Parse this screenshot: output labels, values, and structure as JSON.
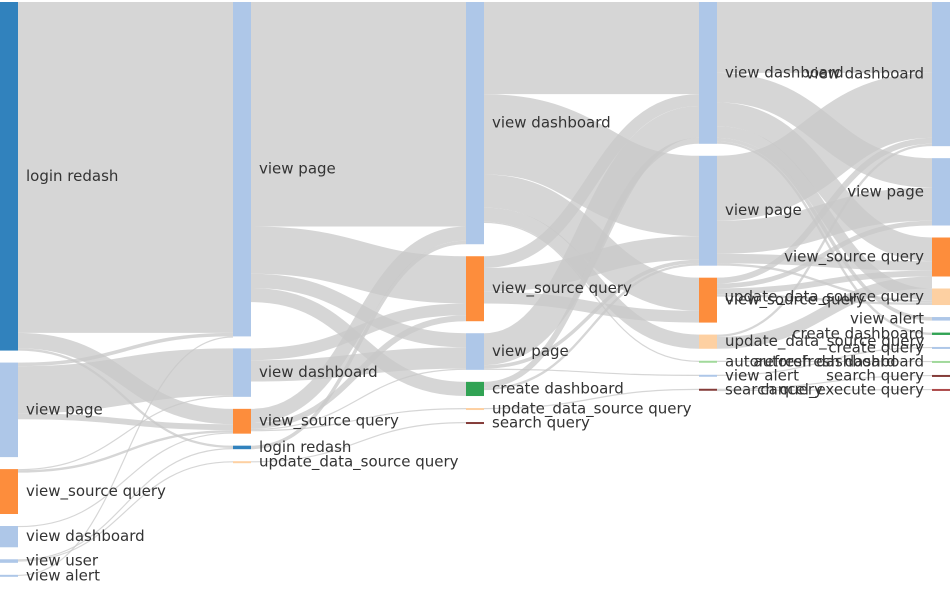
{
  "chart_data": {
    "type": "sankey",
    "link_color": "#c8c8c8",
    "node_colors": {
      "login redash": "#3182bd",
      "view page": "#aec7e8",
      "view dashboard": "#aec7e8",
      "view_source query": "#fd8d3c",
      "update_data_source query": "#fdd0a2",
      "create dashboard": "#31a354",
      "autorefresh dashboard": "#a1d99b",
      "view user": "#aec7e8",
      "view alert": "#aec7e8",
      "search query": "#843c39",
      "cancel_execute query": "#ad494a"
    },
    "steps": [
      {
        "nodes": [
          {
            "id": "s1-login",
            "label": "login redash",
            "value": 295
          },
          {
            "id": "s1-page",
            "label": "view page",
            "value": 80
          },
          {
            "id": "s1-source",
            "label": "view_source query",
            "value": 38
          },
          {
            "id": "s1-dash",
            "label": "view dashboard",
            "value": 18
          },
          {
            "id": "s1-user",
            "label": "view user",
            "value": 3
          },
          {
            "id": "s1-alert",
            "label": "view alert",
            "value": 1
          }
        ]
      },
      {
        "nodes": [
          {
            "id": "s2-page",
            "label": "view page",
            "value": 283
          },
          {
            "id": "s2-dash",
            "label": "view dashboard",
            "value": 41
          },
          {
            "id": "s2-source",
            "label": "view_source query",
            "value": 21
          },
          {
            "id": "s2-login",
            "label": "login redash",
            "value": 3
          },
          {
            "id": "s2-update",
            "label": "update_data_source query",
            "value": 1
          }
        ]
      },
      {
        "nodes": [
          {
            "id": "s3-dash",
            "label": "view dashboard",
            "value": 205
          },
          {
            "id": "s3-source",
            "label": "view_source query",
            "value": 55
          },
          {
            "id": "s3-page",
            "label": "view page",
            "value": 31
          },
          {
            "id": "s3-create",
            "label": "create dashboard",
            "value": 12
          },
          {
            "id": "s3-update",
            "label": "update_data_source query",
            "value": 1
          },
          {
            "id": "s3-search",
            "label": "search query",
            "value": 1
          }
        ]
      },
      {
        "nodes": [
          {
            "id": "s4-dash",
            "label": "view dashboard",
            "value": 120
          },
          {
            "id": "s4-page",
            "label": "view page",
            "value": 93
          },
          {
            "id": "s4-source",
            "label": "view_source query",
            "value": 38
          },
          {
            "id": "s4-update",
            "label": "update_data_source query",
            "value": 12
          },
          {
            "id": "s4-auto",
            "label": "autorefresh dashboard",
            "value": 1
          },
          {
            "id": "s4-alert",
            "label": "view alert",
            "value": 1
          },
          {
            "id": "s4-search",
            "label": "search query",
            "value": 1
          }
        ]
      },
      {
        "nodes": [
          {
            "id": "s5-dash",
            "label": "view dashboard",
            "value": 122
          },
          {
            "id": "s5-page",
            "label": "view page",
            "value": 57
          },
          {
            "id": "s5-source",
            "label": "view_source query",
            "value": 33
          },
          {
            "id": "s5-update",
            "label": "update_data_source query",
            "value": 14
          },
          {
            "id": "s5-alert",
            "label": "view alert",
            "value": 3
          },
          {
            "id": "s5-create",
            "label": "create dashboard",
            "value": 2
          },
          {
            "id": "s5-cquery",
            "label": "create query",
            "value": 1
          },
          {
            "id": "s5-auto",
            "label": "autorefresh dashboard",
            "value": 1
          },
          {
            "id": "s5-search",
            "label": "search query",
            "value": 1
          },
          {
            "id": "s5-cancel",
            "label": "cancel_execute query",
            "value": 1
          }
        ]
      }
    ],
    "links": [
      {
        "source": "s1-login",
        "target": "s2-page",
        "value": 280
      },
      {
        "source": "s1-login",
        "target": "s2-source",
        "value": 13
      },
      {
        "source": "s1-login",
        "target": "s2-login",
        "value": 2
      },
      {
        "source": "s1-page",
        "target": "s2-page",
        "value": 3
      },
      {
        "source": "s1-page",
        "target": "s2-dash",
        "value": 40
      },
      {
        "source": "s1-page",
        "target": "s2-source",
        "value": 5
      },
      {
        "source": "s1-source",
        "target": "s2-dash",
        "value": 1
      },
      {
        "source": "s1-source",
        "target": "s2-source",
        "value": 2
      },
      {
        "source": "s1-dash",
        "target": "s2-source",
        "value": 1
      },
      {
        "source": "s1-user",
        "target": "s2-login",
        "value": 1
      },
      {
        "source": "s1-user",
        "target": "s2-update",
        "value": 1
      },
      {
        "source": "s1-alert",
        "target": "s2-page",
        "value": 1
      },
      {
        "source": "s2-page",
        "target": "s3-dash",
        "value": 190
      },
      {
        "source": "s2-page",
        "target": "s3-source",
        "value": 40
      },
      {
        "source": "s2-page",
        "target": "s3-page",
        "value": 12
      },
      {
        "source": "s2-page",
        "target": "s3-create",
        "value": 12
      },
      {
        "source": "s2-dash",
        "target": "s3-source",
        "value": 10
      },
      {
        "source": "s2-dash",
        "target": "s3-page",
        "value": 18
      },
      {
        "source": "s2-source",
        "target": "s3-dash",
        "value": 12
      },
      {
        "source": "s2-source",
        "target": "s3-source",
        "value": 5
      },
      {
        "source": "s2-source",
        "target": "s3-page",
        "value": 1
      },
      {
        "source": "s2-source",
        "target": "s3-update",
        "value": 1
      },
      {
        "source": "s2-login",
        "target": "s3-dash",
        "value": 3
      },
      {
        "source": "s2-update",
        "target": "s3-search",
        "value": 1
      },
      {
        "source": "s3-dash",
        "target": "s4-dash",
        "value": 78
      },
      {
        "source": "s3-dash",
        "target": "s4-page",
        "value": 68
      },
      {
        "source": "s3-dash",
        "target": "s4-source",
        "value": 28
      },
      {
        "source": "s3-dash",
        "target": "s4-update",
        "value": 12
      },
      {
        "source": "s3-dash",
        "target": "s4-auto",
        "value": 1
      },
      {
        "source": "s3-source",
        "target": "s4-dash",
        "value": 10
      },
      {
        "source": "s3-source",
        "target": "s4-page",
        "value": 20
      },
      {
        "source": "s3-source",
        "target": "s4-source",
        "value": 10
      },
      {
        "source": "s3-page",
        "target": "s4-dash",
        "value": 27
      },
      {
        "source": "s3-page",
        "target": "s4-page",
        "value": 3
      },
      {
        "source": "s3-page",
        "target": "s4-alert",
        "value": 1
      },
      {
        "source": "s3-create",
        "target": "s4-dash",
        "value": 5
      },
      {
        "source": "s3-create",
        "target": "s4-page",
        "value": 2
      },
      {
        "source": "s3-update",
        "target": "s4-search",
        "value": 1
      },
      {
        "source": "s4-dash",
        "target": "s5-dash",
        "value": 60
      },
      {
        "source": "s4-dash",
        "target": "s5-page",
        "value": 25
      },
      {
        "source": "s4-dash",
        "target": "s5-source",
        "value": 20
      },
      {
        "source": "s4-dash",
        "target": "s5-update",
        "value": 10
      },
      {
        "source": "s4-dash",
        "target": "s5-alert",
        "value": 3
      },
      {
        "source": "s4-dash",
        "target": "s5-create",
        "value": 2
      },
      {
        "source": "s4-page",
        "target": "s5-dash",
        "value": 55
      },
      {
        "source": "s4-page",
        "target": "s5-page",
        "value": 28
      },
      {
        "source": "s4-page",
        "target": "s5-source",
        "value": 8
      },
      {
        "source": "s4-page",
        "target": "s5-update",
        "value": 2
      },
      {
        "source": "s4-source",
        "target": "s5-dash",
        "value": 5
      },
      {
        "source": "s4-source",
        "target": "s5-page",
        "value": 4
      },
      {
        "source": "s4-source",
        "target": "s5-source",
        "value": 5
      },
      {
        "source": "s4-source",
        "target": "s5-update",
        "value": 2
      },
      {
        "source": "s4-update",
        "target": "s5-dash",
        "value": 2
      },
      {
        "source": "s4-update",
        "target": "s5-source",
        "value": 10
      },
      {
        "source": "s4-auto",
        "target": "s5-auto",
        "value": 1
      },
      {
        "source": "s4-alert",
        "target": "s5-cquery",
        "value": 1
      },
      {
        "source": "s4-search",
        "target": "s5-search",
        "value": 1
      },
      {
        "source": "s4-search",
        "target": "s5-cancel",
        "value": 1
      }
    ]
  }
}
